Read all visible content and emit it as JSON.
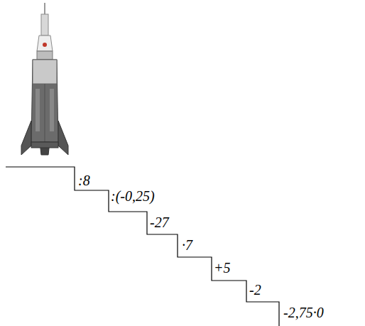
{
  "diagram": {
    "labels": [
      ":8",
      ":(-0,25)",
      "-27",
      "·7",
      "+5",
      "-2",
      "-2,75·0"
    ]
  }
}
